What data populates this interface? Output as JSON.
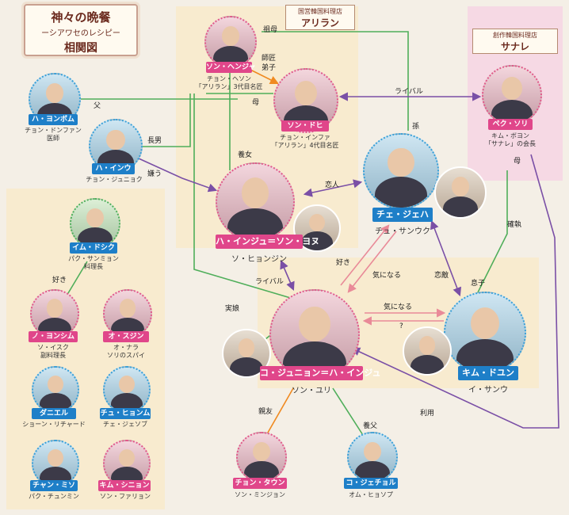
{
  "title": {
    "main": "神々の晩餐",
    "sub": "ーシアワセのレシピー",
    "kind": "相関図"
  },
  "orgs": {
    "arirang": {
      "line1": "国営韓国料理店",
      "line2": "アリラン"
    },
    "sanare": {
      "line1": "創作韓国料理店",
      "line2": "サナレ"
    }
  },
  "people": {
    "son_haeng": {
      "role": "ソン・ヘンジャ",
      "actor": "チョン・ヘソン",
      "note": "「アリラン」3代目名匠"
    },
    "son_dohi": {
      "role": "ソン・ドヒ",
      "actor": "チョン・インファ",
      "note": "「アリラン」4代目名匠"
    },
    "beg_sori": {
      "role": "ペク・ソリ",
      "actor": "キム・ボヨン",
      "note": "「サナレ」の会長"
    },
    "ha_yongbom": {
      "role": "ハ・ヨンボム",
      "actor": "チョン・ドンファン",
      "note": "医師"
    },
    "ha_inu": {
      "role": "ハ・インウ",
      "actor": "チョン・ジュニョク"
    },
    "ha_injue": {
      "role": "ハ・インジュ＝ソン・ヨヌ",
      "actor": "ソ・ヒョンジン"
    },
    "choe_jeha": {
      "role": "チェ・ジェハ",
      "actor": "チュ・サンウク"
    },
    "kim_doyun": {
      "role": "キム・ドユン",
      "actor": "イ・サンウ"
    },
    "ko_junyong": {
      "role": "コ・ジュニョン＝ハ・インジュ",
      "actor": "ソン・ユリ"
    },
    "im_doksik": {
      "role": "イム・ドシク",
      "actor": "パク・サンミョン",
      "note": "料理長"
    },
    "no_yonsim": {
      "role": "ノ・ヨンシム",
      "actor": "ソ・イスク",
      "note": "副料理長"
    },
    "o_sujin": {
      "role": "オ・スジン",
      "actor": "オ・ナラ",
      "note": "ソリのスパイ"
    },
    "daniel": {
      "role": "ダニエル",
      "actor": "ショーン・リチャード"
    },
    "chu_hyonmu": {
      "role": "チュ・ヒョンム",
      "actor": "チェ・ジェソブ"
    },
    "chan_mison": {
      "role": "チャン・ミソ",
      "actor": "パク・チュンミン"
    },
    "kim_shion": {
      "role": "キム・シニョン",
      "actor": "ソン・ファリョン"
    },
    "chon_taun": {
      "role": "チョン・タウン",
      "actor": "ソン・ミンジョン"
    },
    "ko_jejol": {
      "role": "コ・ジェチョル",
      "actor": "オム・ヒョソプ"
    }
  },
  "relations": {
    "sobo": "祖母",
    "shisho": "師匠",
    "deshi": "弟子",
    "haha1": "母",
    "chichi": "父",
    "chonan": "長男",
    "kirau": "嫌う",
    "yojo": "養女",
    "rival1": "ライバル",
    "mago": "孫",
    "haha2": "母",
    "koibito": "恋人",
    "kakushitsu": "確執",
    "suki1": "好き",
    "kininaru1": "気になる",
    "rival2": "ライバル",
    "renbo": "恋敵",
    "musuko": "息子",
    "jitsumusume": "実娘",
    "kininaru2": "気になる",
    "question": "?",
    "suki2": "好き",
    "shinyu": "親友",
    "yofu": "養父",
    "riyo": "利用"
  },
  "colors": {
    "green": "#4fae5a",
    "purple": "#7a4fa6",
    "pink": "#e98a98",
    "orange": "#f08a20",
    "blue": "#1e7fc8",
    "magenta": "#e0468a"
  }
}
